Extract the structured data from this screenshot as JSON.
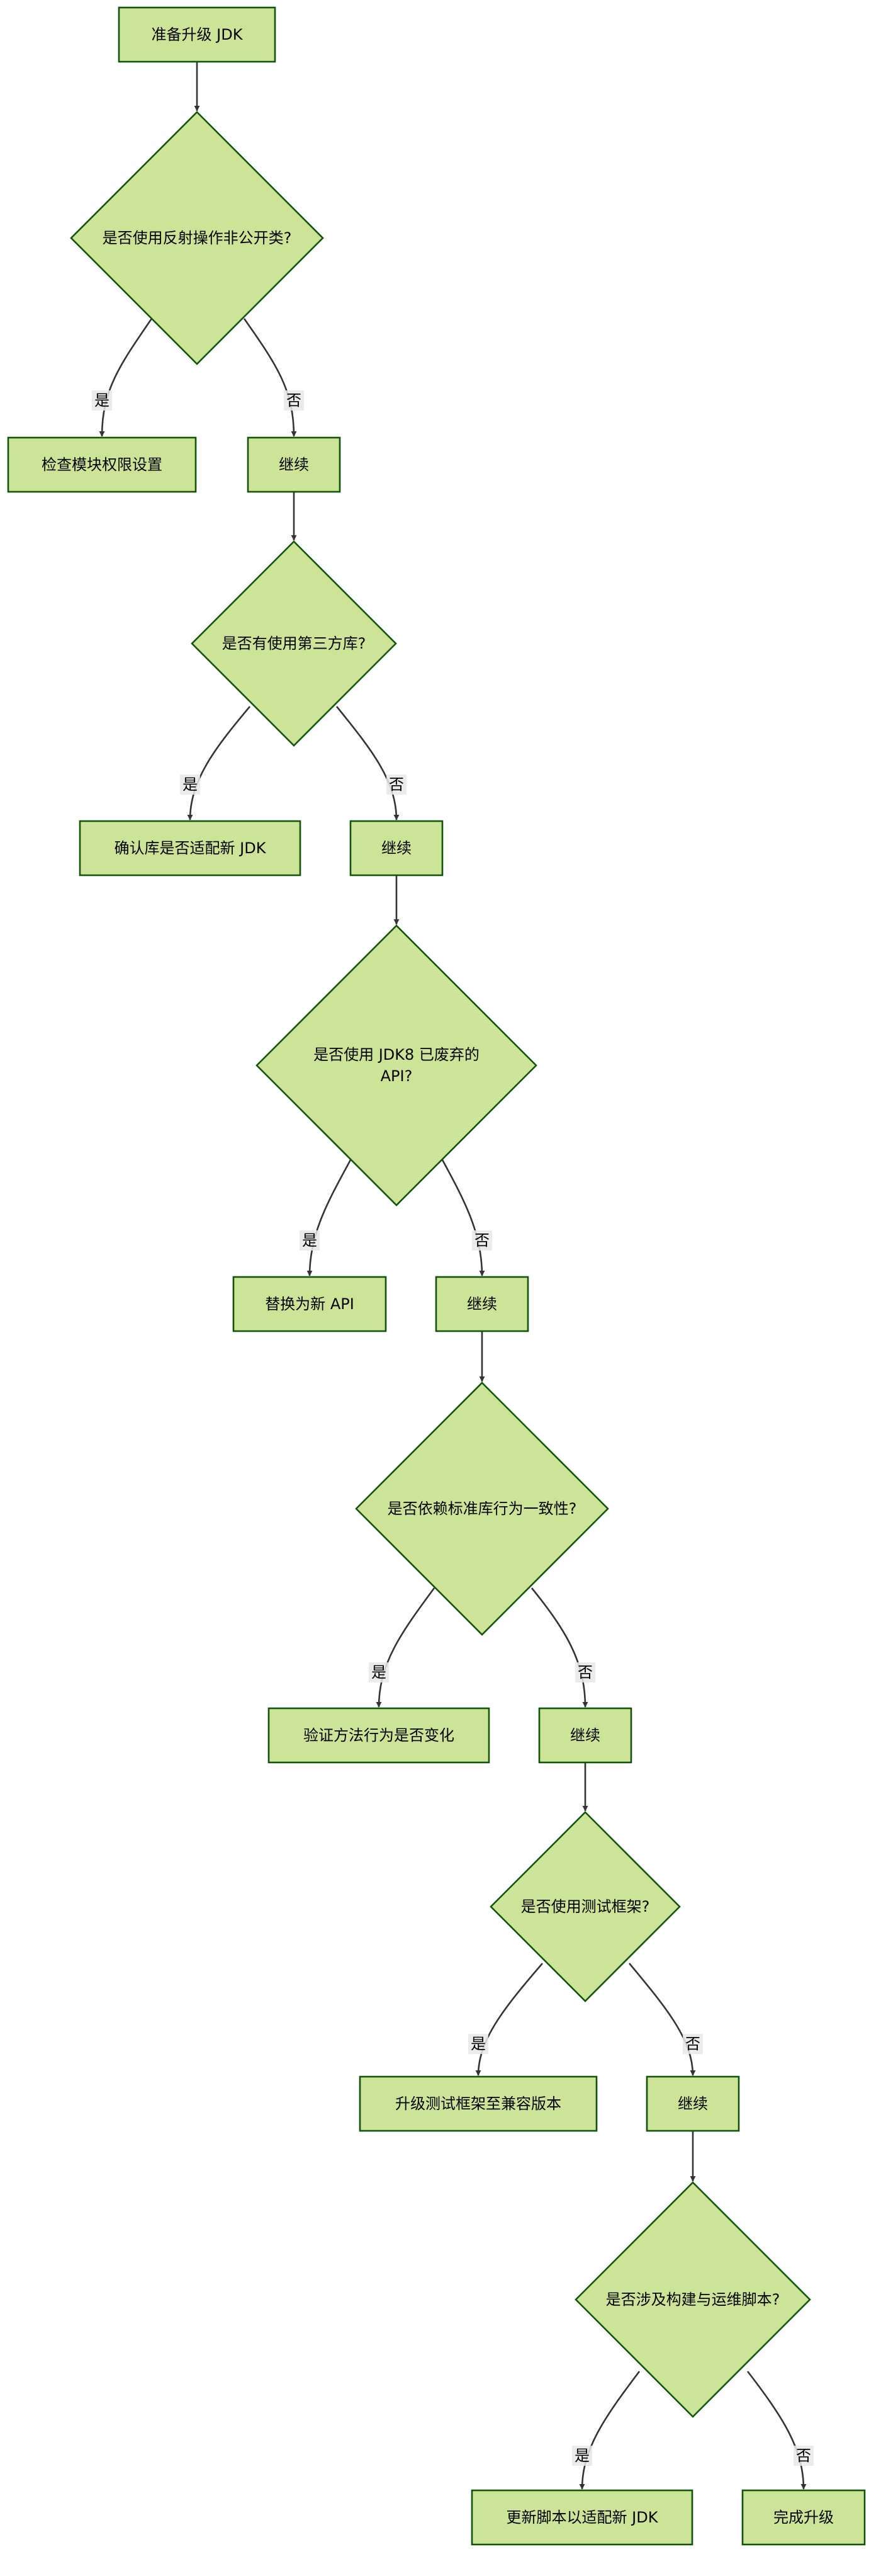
{
  "diagram": {
    "type": "flowchart",
    "colors": {
      "node_fill": "#cde498",
      "node_stroke": "#13540c",
      "edge": "#333333",
      "label_bg": "#e8e8e8"
    },
    "nodes": [
      {
        "id": "start",
        "shape": "rect",
        "lines": [
          "准备升级 JDK"
        ]
      },
      {
        "id": "q1",
        "shape": "diamond",
        "lines": [
          "是否使用反射操作非公开类?"
        ]
      },
      {
        "id": "a1",
        "shape": "rect",
        "lines": [
          "检查模块权限设置"
        ]
      },
      {
        "id": "c1",
        "shape": "rect",
        "lines": [
          "继续"
        ]
      },
      {
        "id": "q2",
        "shape": "diamond",
        "lines": [
          "是否有使用第三方库?"
        ]
      },
      {
        "id": "a2",
        "shape": "rect",
        "lines": [
          "确认库是否适配新 JDK"
        ]
      },
      {
        "id": "c2",
        "shape": "rect",
        "lines": [
          "继续"
        ]
      },
      {
        "id": "q3",
        "shape": "diamond",
        "lines": [
          "是否使用 JDK8 已废弃的",
          "API?"
        ]
      },
      {
        "id": "a3",
        "shape": "rect",
        "lines": [
          "替换为新 API"
        ]
      },
      {
        "id": "c3",
        "shape": "rect",
        "lines": [
          "继续"
        ]
      },
      {
        "id": "q4",
        "shape": "diamond",
        "lines": [
          "是否依赖标准库行为一致性?"
        ]
      },
      {
        "id": "a4",
        "shape": "rect",
        "lines": [
          "验证方法行为是否变化"
        ]
      },
      {
        "id": "c4",
        "shape": "rect",
        "lines": [
          "继续"
        ]
      },
      {
        "id": "q5",
        "shape": "diamond",
        "lines": [
          "是否使用测试框架?"
        ]
      },
      {
        "id": "a5",
        "shape": "rect",
        "lines": [
          "升级测试框架至兼容版本"
        ]
      },
      {
        "id": "c5",
        "shape": "rect",
        "lines": [
          "继续"
        ]
      },
      {
        "id": "q6",
        "shape": "diamond",
        "lines": [
          "是否涉及构建与运维脚本?"
        ]
      },
      {
        "id": "a6",
        "shape": "rect",
        "lines": [
          "更新脚本以适配新 JDK"
        ]
      },
      {
        "id": "end",
        "shape": "rect",
        "lines": [
          "完成升级"
        ]
      }
    ],
    "edges": [
      {
        "from": "start",
        "to": "q1",
        "label": ""
      },
      {
        "from": "q1",
        "to": "a1",
        "label": "是"
      },
      {
        "from": "q1",
        "to": "c1",
        "label": "否"
      },
      {
        "from": "c1",
        "to": "q2",
        "label": ""
      },
      {
        "from": "q2",
        "to": "a2",
        "label": "是"
      },
      {
        "from": "q2",
        "to": "c2",
        "label": "否"
      },
      {
        "from": "c2",
        "to": "q3",
        "label": ""
      },
      {
        "from": "q3",
        "to": "a3",
        "label": "是"
      },
      {
        "from": "q3",
        "to": "c3",
        "label": "否"
      },
      {
        "from": "c3",
        "to": "q4",
        "label": ""
      },
      {
        "from": "q4",
        "to": "a4",
        "label": "是"
      },
      {
        "from": "q4",
        "to": "c4",
        "label": "否"
      },
      {
        "from": "c4",
        "to": "q5",
        "label": ""
      },
      {
        "from": "q5",
        "to": "a5",
        "label": "是"
      },
      {
        "from": "q5",
        "to": "c5",
        "label": "否"
      },
      {
        "from": "c5",
        "to": "q6",
        "label": ""
      },
      {
        "from": "q6",
        "to": "a6",
        "label": "是"
      },
      {
        "from": "q6",
        "to": "end",
        "label": "否"
      }
    ]
  }
}
